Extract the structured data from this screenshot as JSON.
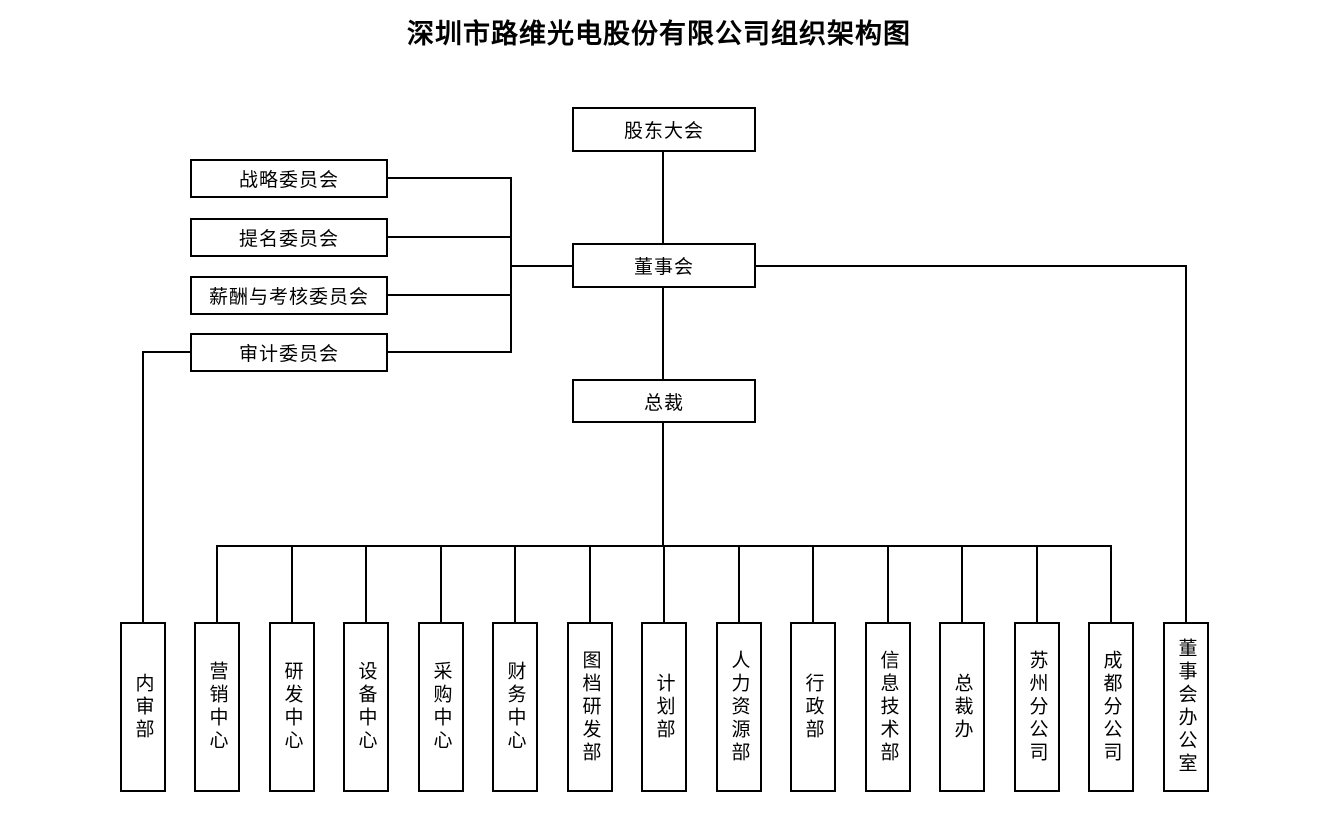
{
  "title": "深圳市路维光电股份有限公司组织架构图",
  "nodes": {
    "shareholders": "股东大会",
    "board": "董事会",
    "president": "总裁"
  },
  "committees": [
    "战略委员会",
    "提名委员会",
    "薪酬与考核委员会",
    "审计委员会"
  ],
  "departments": [
    "内审部",
    "营销中心",
    "研发中心",
    "设备中心",
    "采购中心",
    "财务中心",
    "图档研发部",
    "计划部",
    "人力资源部",
    "行政部",
    "信息技术部",
    "总裁办",
    "苏州分公司",
    "成都分公司",
    "董事会办公室"
  ],
  "colors": {
    "line": "#000000",
    "box_fill": "#ffffff",
    "text": "#000000"
  }
}
